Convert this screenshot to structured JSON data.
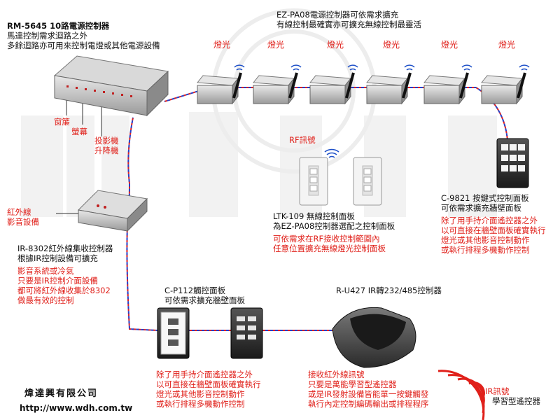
{
  "title_block": {
    "model": "RM-5645 10路電源控制器",
    "line2": "馬達控制需求迴路之外",
    "line3": "多餘迴路亦可用來控制電燈或其他電源設備"
  },
  "pa08": {
    "line1": "EZ-PA08電源控制器可依需求擴充",
    "line2": "有線控制最確實亦可擴充無線控制最靈活",
    "lamp_label": "燈光"
  },
  "motor_labels": {
    "curtain": "窗簾",
    "screen": "螢幕",
    "projector1": "投影機",
    "projector2": "升降機"
  },
  "rf_label": "RF訊號",
  "ltk": {
    "line1": "LTK-109 無線控制面板",
    "line2": "為EZ-PA08控制器選配之控制面板",
    "note1": "可依需求在RF接收控制範圍內",
    "note2": "任意位置擴充無線燈光控制面板"
  },
  "c9821": {
    "line1": "C-9821 按鍵式控制面板",
    "line2": "可依需求擴充牆壁面板",
    "note1": "除了用手持介面遙控器之外",
    "note2": "以可直接在牆壁面板確實執行",
    "note3": "燈光或其他影音控制動作",
    "note4": "或執行排程多機動作控制"
  },
  "ir_equipment": {
    "line1": "紅外線",
    "line2": "影音設備"
  },
  "ir8302": {
    "line1": "IR-8302紅外線集收控制器",
    "line2": "根據IR控制設備可擴充",
    "note1": "影音系統或冷氣",
    "note2": "只要是IR控制介面設備",
    "note3": "都可將紅外線收集於8302",
    "note4": "做最有效的控制"
  },
  "cp112": {
    "line1": "C-P112觸控面板",
    "line2": "可依需求擴充牆壁面板",
    "note1": "除了用手持介面遙控器之外",
    "note2": "以可直接在牆壁面板確實執行",
    "note3": "燈光或其他影音控制動作",
    "note4": "或執行排程多機動作控制"
  },
  "ru427": {
    "line1": "R-U427 IR轉232/485控制器",
    "note1": "接收紅外線訊號",
    "note2": "只要是萬能學習型遙控器",
    "note3": "或是IR發射設備皆能單一按鍵觸發",
    "note4": "執行內定控制編碼輸出或排程程序"
  },
  "remote": {
    "ir_label": "IR訊號",
    "label": "學習型遙控器"
  },
  "company": {
    "name": "煒達興有限公司",
    "url": "http://www.wdh.com.tw"
  },
  "watermark": "WDH",
  "colors": {
    "accent_red": "#e0201a",
    "cable_red": "#e02020",
    "cable_blue": "#2540c8",
    "signal_blue": "#1e50c8",
    "device_gray": "#c9c9c9"
  }
}
